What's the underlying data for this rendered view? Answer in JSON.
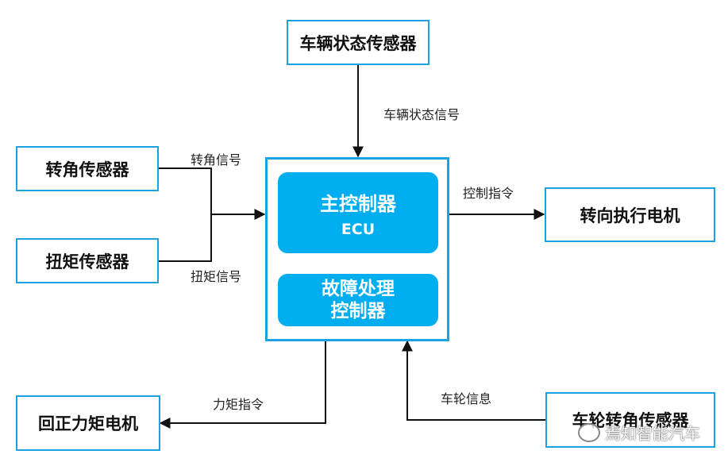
{
  "nodes": {
    "vehicle_state_sensor": "车辆状态传感器",
    "steering_angle_sensor": "转角传感器",
    "torque_sensor": "扭矩传感器",
    "steering_motor": "转向执行电机",
    "return_torque_motor": "回正力矩电机",
    "wheel_angle_sensor": "车轮转角传感器",
    "main_controller": "主控制器",
    "main_controller_sub": "ECU",
    "fault_controller_line1": "故障处理",
    "fault_controller_line2": "控制器"
  },
  "edges": {
    "vehicle_state_signal": "车辆状态信号",
    "angle_signal": "转角信号",
    "torque_signal": "扭矩信号",
    "control_command": "控制指令",
    "torque_command": "力矩指令",
    "wheel_info": "车轮信息"
  },
  "watermark": "焉知智能汽车",
  "colors": {
    "accent": "#00aeef",
    "border": "#1aa3e0",
    "line": "#111111"
  }
}
